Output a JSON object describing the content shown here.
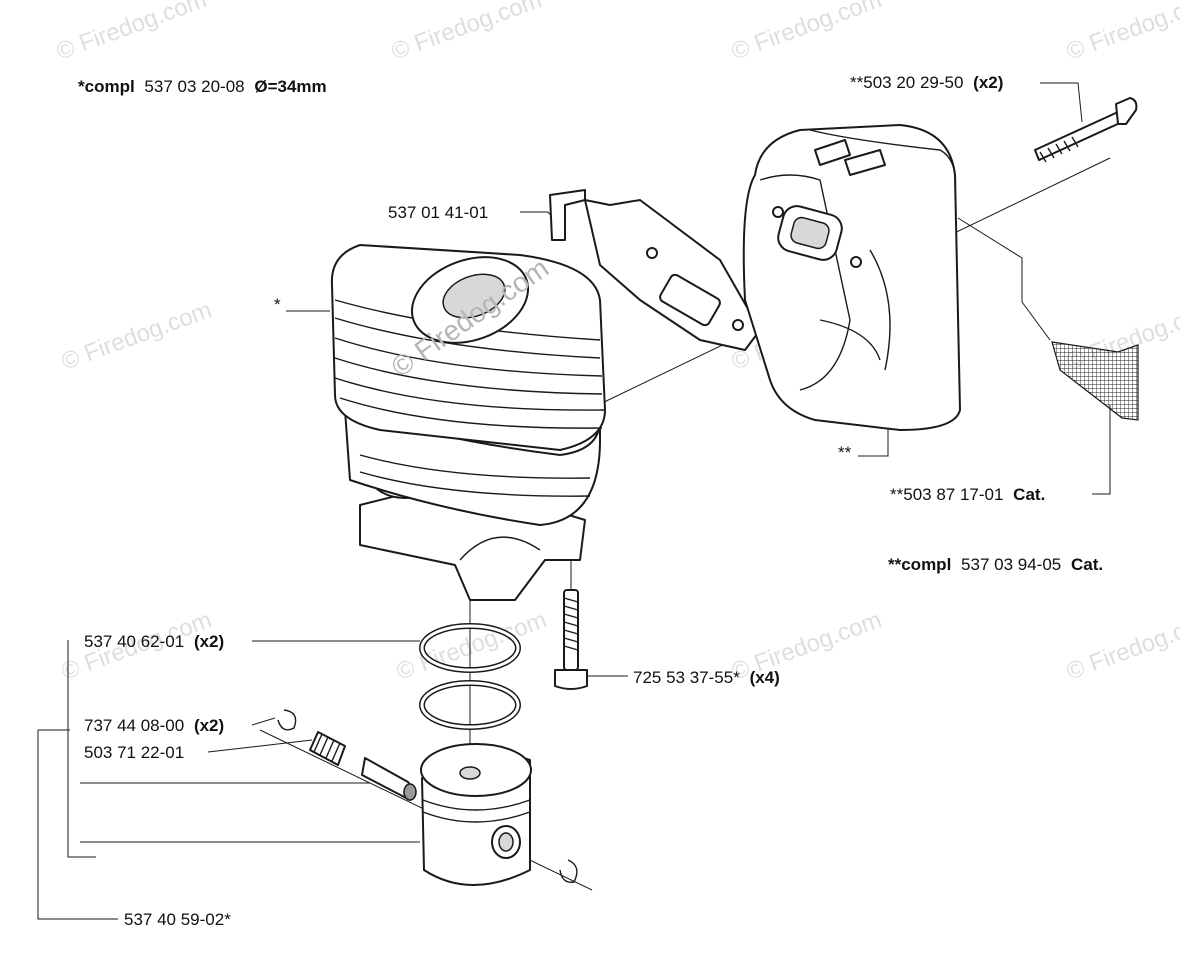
{
  "watermark": {
    "text": "© Firedog.com",
    "center_text": "© Firedog.com"
  },
  "labels": {
    "cylinder_compl": {
      "prefix": "*compl",
      "number": "537 03 20-08",
      "spec": "Ø=34mm"
    },
    "bracket": {
      "number": "537 01 41-01"
    },
    "cylinder_marker": {
      "marker": "*"
    },
    "muffler_bolt": {
      "prefix": "**",
      "number": "503 20 29-50",
      "qty": "(x2)"
    },
    "muffler_marker": {
      "marker": "**"
    },
    "spark_screen": {
      "prefix": "**",
      "number": "503 87 17-01",
      "suffix": "Cat."
    },
    "muffler_compl": {
      "prefix": "**compl",
      "number": "537 03 94-05",
      "suffix": "Cat."
    },
    "piston_ring": {
      "number": "537 40 62-01",
      "qty": "(x2)"
    },
    "cylinder_screw": {
      "number": "725 53 37-55*",
      "qty": "(x4)"
    },
    "circlip": {
      "number": "737 44 08-00",
      "qty": "(x2)"
    },
    "needle_bearing": {
      "number": "503 71 22-01"
    },
    "piston": {
      "number": "537 40 59-02*"
    }
  }
}
